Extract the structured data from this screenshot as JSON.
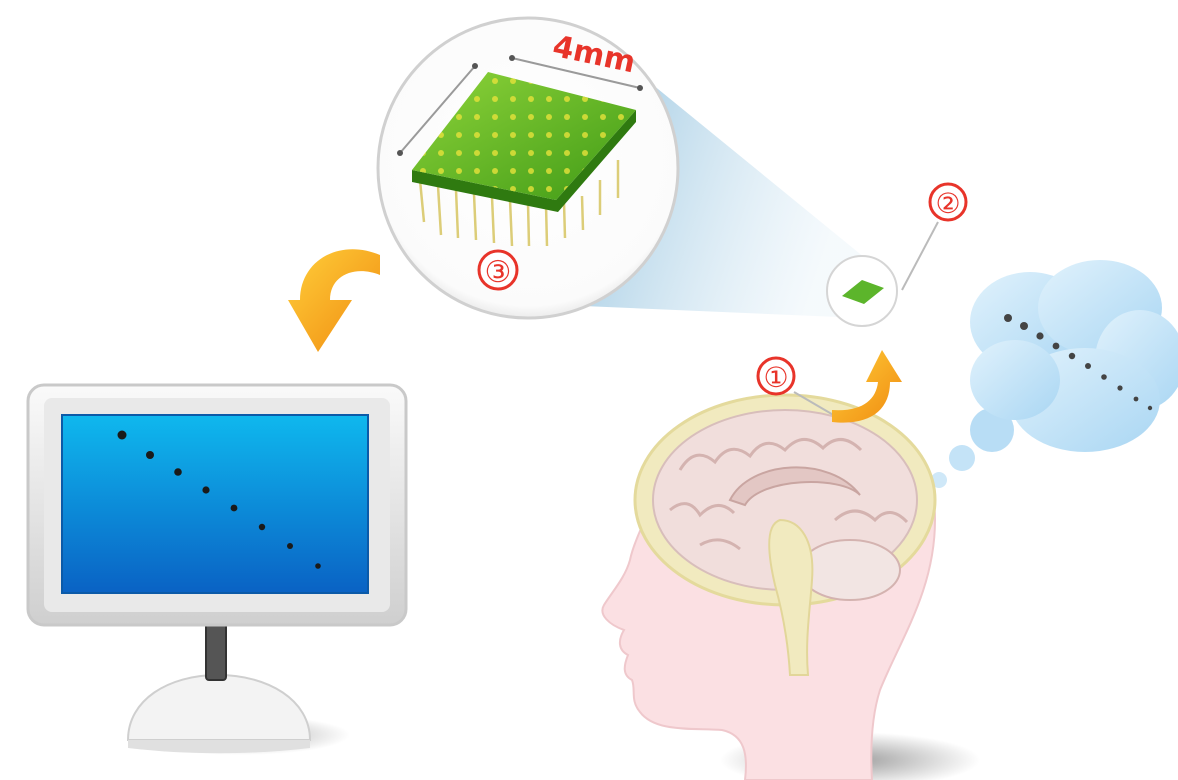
{
  "diagram": {
    "steps": [
      {
        "marker": "①"
      },
      {
        "marker": "②"
      },
      {
        "marker": "③"
      }
    ],
    "chip_size_label": "4mm",
    "colors": {
      "marker_red": "#e8342a",
      "arrow_orange": "#f5a118",
      "chip_green": "#6bbf1f",
      "screen_blue": "#1186d8",
      "cloud_blue": "#cfe8f8",
      "beam_blue": "#a8cfe6",
      "skin_pink": "#fbe0e3",
      "brain_fill": "#f1dedc",
      "skull_yellow": "#f1eabf"
    }
  }
}
